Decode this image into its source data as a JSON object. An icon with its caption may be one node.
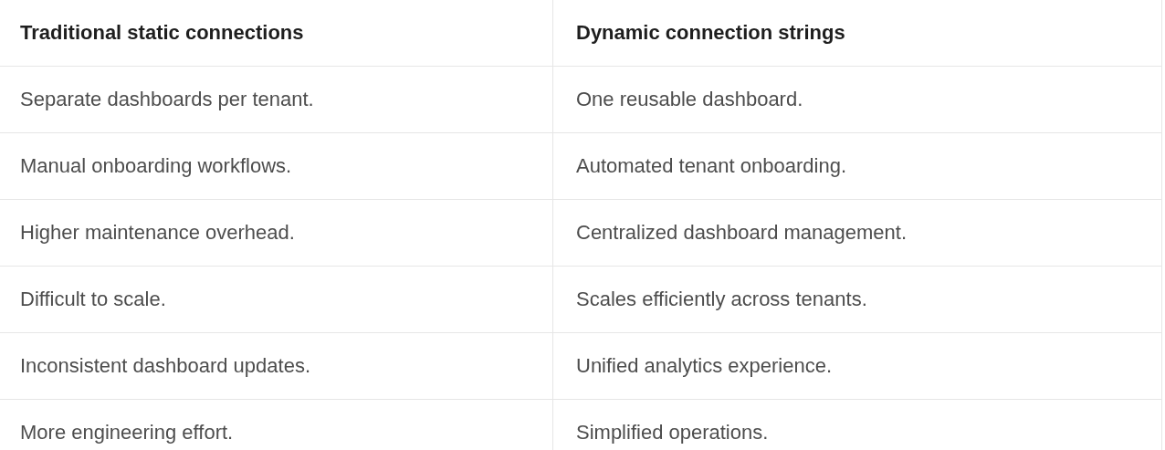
{
  "diagram": {
    "labels": [
      "Traditional static connections",
      "Dynamic connection strings",
      "Separate dashboards per tenant.",
      "One reusable dashboard.",
      "Manual onboarding workflows.",
      "Automated tenant onboarding.",
      "Higher maintenance overhead.",
      "Centralized dashboard management.",
      "Difficult to scale.",
      "Scales efficiently across tenants.",
      "Inconsistent dashboard updates.",
      "Unified analytics experience.",
      "More engineering effort.",
      "Simplified operations."
    ]
  }
}
